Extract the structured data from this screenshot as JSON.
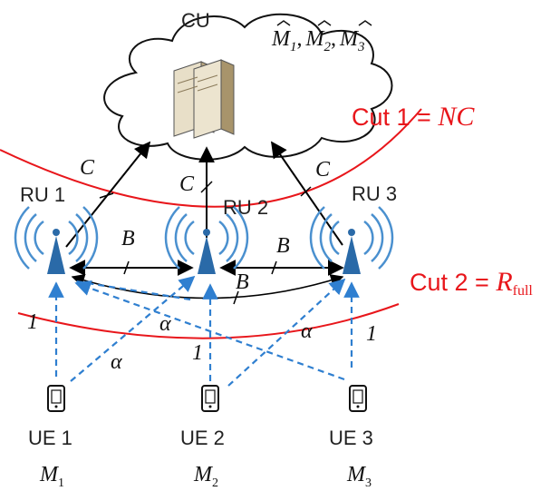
{
  "colors": {
    "cut": "#e8161b",
    "uplink": "#2f7fd0",
    "fronthaul": "#000000",
    "antenna": "#2a6aa8",
    "server": "#c9b48e"
  },
  "cu": {
    "label": "CU",
    "estimates": {
      "m1": "M",
      "sub1": "1",
      "m2": "M",
      "sub2": "2",
      "m3": "M",
      "sub3": "3",
      "sep": ","
    },
    "icon": "server-icon"
  },
  "cuts": [
    {
      "label": "Cut 1 = ",
      "value": "NC"
    },
    {
      "label": "Cut 2 = ",
      "value": "R",
      "sub": "full"
    }
  ],
  "rus": [
    {
      "label": "RU 1",
      "icon": "antenna-icon"
    },
    {
      "label": "RU 2",
      "icon": "antenna-icon"
    },
    {
      "label": "RU 3",
      "icon": "antenna-icon"
    }
  ],
  "ues": [
    {
      "label": "UE 1",
      "message": "M",
      "sub": "1",
      "icon": "phone-icon"
    },
    {
      "label": "UE 2",
      "message": "M",
      "sub": "2",
      "icon": "phone-icon"
    },
    {
      "label": "UE 3",
      "message": "M",
      "sub": "3",
      "icon": "phone-icon"
    }
  ],
  "links": {
    "fronthaul_capacity": "C",
    "lateral_capacity": "B",
    "direct_gain": "1",
    "cross_gain": "α"
  }
}
